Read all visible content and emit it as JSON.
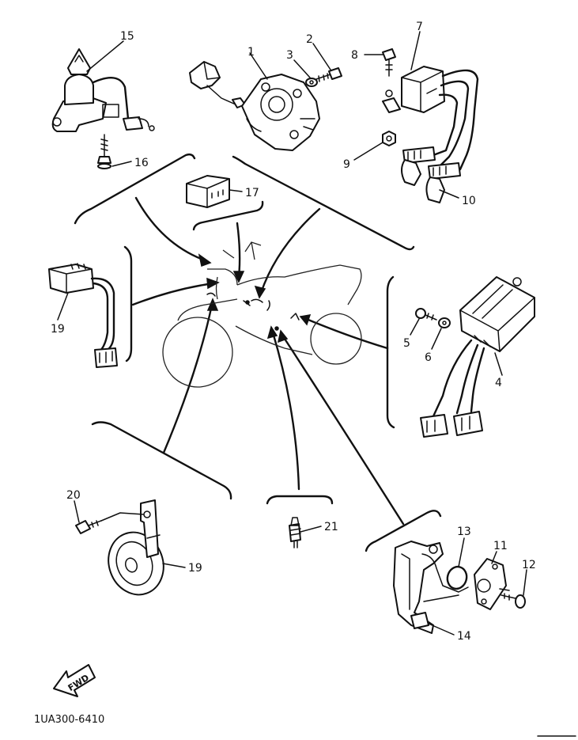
{
  "callouts": [
    {
      "id": "c1",
      "text": "1"
    },
    {
      "id": "c2",
      "text": "2"
    },
    {
      "id": "c3",
      "text": "3"
    },
    {
      "id": "c4",
      "text": "4"
    },
    {
      "id": "c5",
      "text": "5"
    },
    {
      "id": "c6",
      "text": "6"
    },
    {
      "id": "c7",
      "text": "7"
    },
    {
      "id": "c8",
      "text": "8"
    },
    {
      "id": "c9",
      "text": "9"
    },
    {
      "id": "c10",
      "text": "10"
    },
    {
      "id": "c11",
      "text": "11"
    },
    {
      "id": "c12",
      "text": "12"
    },
    {
      "id": "c13",
      "text": "13"
    },
    {
      "id": "c14",
      "text": "14"
    },
    {
      "id": "c15",
      "text": "15"
    },
    {
      "id": "c16",
      "text": "16"
    },
    {
      "id": "c17",
      "text": "17"
    },
    {
      "id": "c19a",
      "text": "19"
    },
    {
      "id": "c19b",
      "text": "19"
    },
    {
      "id": "c20",
      "text": "20"
    },
    {
      "id": "c21",
      "text": "21"
    }
  ],
  "forward_arrow_label": "FWD",
  "drawing_code": "1UA300-6410"
}
